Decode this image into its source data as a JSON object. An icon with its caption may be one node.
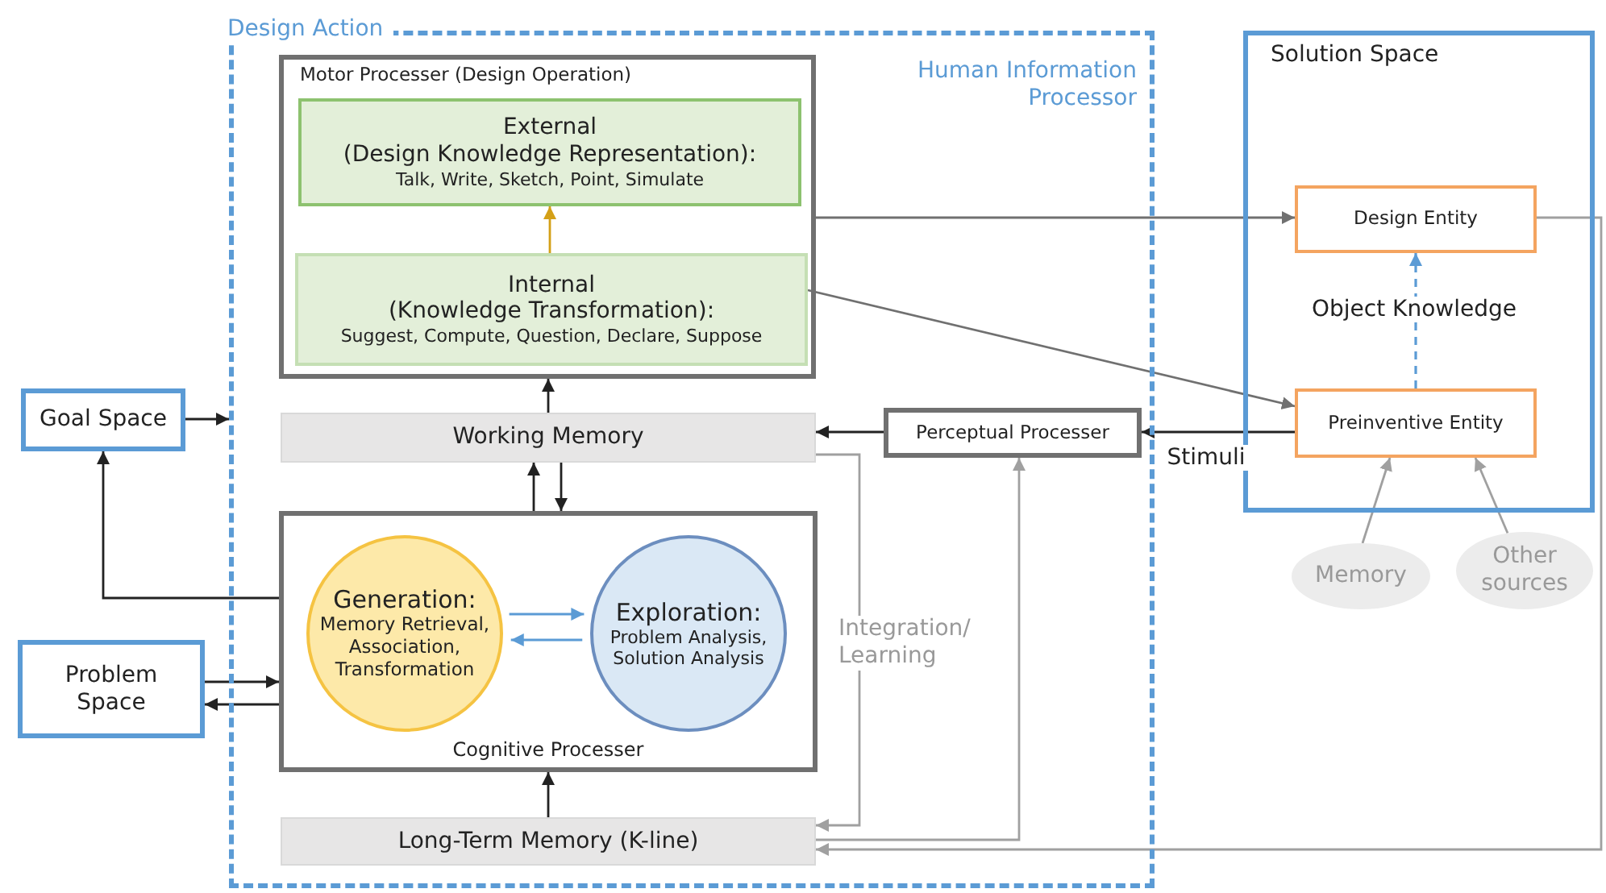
{
  "diagram": {
    "nodes": [
      {
        "text": [
          "Design Action",
          "Human Information Processor"
        ]
      },
      {
        "text": [
          "Motor Processer (Design Operation)"
        ],
        "in": 0
      },
      {
        "text": [
          "External",
          "(Design Knowledge Representation):",
          "Talk, Write, Sketch, Point, Simulate"
        ],
        "in": 1
      },
      {
        "text": [
          "Internal",
          "(Knowledge Transformation):",
          "Suggest, Compute, Question, Declare, Suppose"
        ],
        "in": 1
      },
      {
        "text": [
          "Working Memory"
        ],
        "in": 0
      },
      {
        "text": [
          "Cognitive Processer"
        ],
        "in": 0
      },
      {
        "text": [
          "Generation:",
          "Memory Retrieval, Association, Transformation"
        ],
        "in": 5
      },
      {
        "text": [
          "Exploration:",
          "Problem Analysis, Solution Analysis"
        ],
        "in": 5
      },
      {
        "text": [
          "Long-Term Memory (K-line)"
        ],
        "in": 0
      },
      {
        "text": [
          "Perceptual Processer"
        ],
        "in": 0
      },
      {
        "text": [
          "Goal Space"
        ]
      },
      {
        "text": [
          "Problem Space"
        ]
      },
      {
        "text": [
          "Solution Space"
        ]
      },
      {
        "text": [
          "Design Entity"
        ],
        "in": 12
      },
      {
        "text": [
          "Preinventive Entity"
        ],
        "in": 12
      },
      {
        "text": [
          "Memory"
        ]
      },
      {
        "text": [
          "Other sources"
        ]
      }
    ],
    "edges": [
      {
        "from": 3,
        "to": 2,
        "arrow": "to",
        "color": "#d4a017"
      },
      {
        "from": 10,
        "to": 0,
        "arrow": "to"
      },
      {
        "from": 5,
        "to": 10,
        "arrow": "to"
      },
      {
        "from": 11,
        "to": 5,
        "arrow": "to"
      },
      {
        "from": 5,
        "to": 11,
        "arrow": "to"
      },
      {
        "from": 4,
        "to": 1,
        "arrow": "to"
      },
      {
        "from": 5,
        "to": 4,
        "arrow": "to"
      },
      {
        "from": 4,
        "to": 5,
        "arrow": "to"
      },
      {
        "from": 8,
        "to": 5,
        "arrow": "to"
      },
      {
        "from": 6,
        "to": 7,
        "arrow": "to",
        "color": "#5b9bd5"
      },
      {
        "from": 7,
        "to": 6,
        "arrow": "to",
        "color": "#5b9bd5"
      },
      {
        "from": 1,
        "to": 13,
        "arrow": "to",
        "color": "#707070"
      },
      {
        "from": 3,
        "to": 14,
        "arrow": "to",
        "color": "#707070"
      },
      {
        "from": 14,
        "to": 9,
        "arrow": "to",
        "label": "Stimuli"
      },
      {
        "from": 9,
        "to": 4,
        "arrow": "to"
      },
      {
        "from": 4,
        "to": 8,
        "arrow": "to",
        "label": "Integration/ Learning",
        "color": "#a0a0a0"
      },
      {
        "from": 8,
        "to": 9,
        "arrow": "to",
        "color": "#a0a0a0"
      },
      {
        "from": 13,
        "to": 8,
        "arrow": "to",
        "color": "#a0a0a0"
      },
      {
        "from": 14,
        "to": 13,
        "arrow": "to",
        "label": "Object Knowledge",
        "style": "dashed",
        "color": "#5b9bd5"
      },
      {
        "from": 15,
        "to": 14,
        "arrow": "to",
        "color": "#a0a0a0"
      },
      {
        "from": 16,
        "to": 14,
        "arrow": "to",
        "color": "#a0a0a0"
      }
    ]
  }
}
